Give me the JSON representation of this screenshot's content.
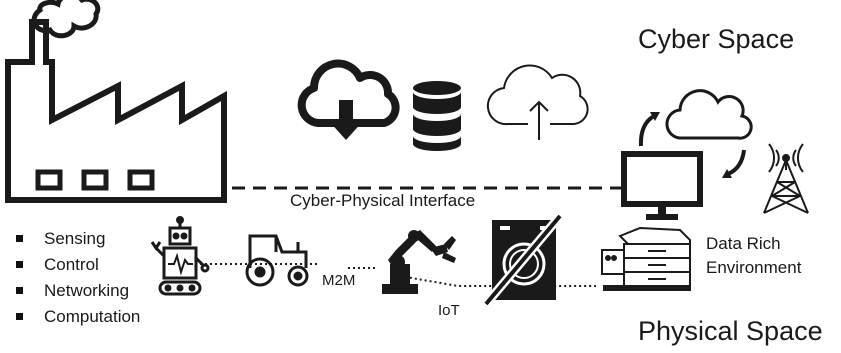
{
  "labels": {
    "cyber_space": "Cyber Space",
    "physical_space": "Physical Space",
    "cyber_physical_interface": "Cyber-Physical Interface",
    "m2m": "M2M",
    "iot": "IoT",
    "data_rich_line1": "Data Rich",
    "data_rich_line2": "Environment"
  },
  "capabilities": [
    {
      "label": "Sensing"
    },
    {
      "label": "Control"
    },
    {
      "label": "Networking"
    },
    {
      "label": "Computation"
    }
  ],
  "icons": [
    "factory-icon",
    "cloud-download-icon",
    "database-icon",
    "cloud-upload-icon",
    "cloud-icon",
    "refresh-arrows-icon",
    "monitor-icon",
    "cell-tower-icon",
    "robot-icon",
    "tractor-icon",
    "robotic-arm-icon",
    "washing-machine-icon",
    "printer-icon"
  ],
  "colors": {
    "ink": "#1a1a1a",
    "background": "#ffffff"
  }
}
